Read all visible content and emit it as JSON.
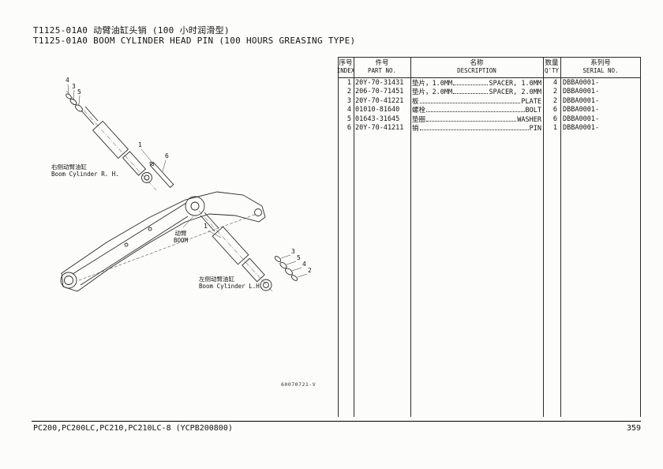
{
  "page": {
    "title_cn": "T1125-01A0 动臂油缸头销 (100 小时润滑型)",
    "title_en": "T1125-01A0 BOOM CYLINDER HEAD PIN (100 HOURS GREASING TYPE)",
    "footer_left": "PC200,PC200LC,PC210,PC210LC-8 (YCPB200800)",
    "page_number": "359"
  },
  "diagram": {
    "cylinder_rh_cn": "右侧动臂油缸",
    "cylinder_rh_en": "Boom Cylinder R. H.",
    "boom_cn": "动臂",
    "boom_en": "BOOM",
    "cylinder_lh_cn": "左侧动臂油缸",
    "cylinder_lh_en": "Boom Cylinder L.H.",
    "drawing_number": "60070721-V",
    "callouts": {
      "upper": [
        "4",
        "3",
        "5",
        "1",
        "6"
      ],
      "lower": [
        "1",
        "3",
        "5",
        "4",
        "2"
      ]
    }
  },
  "table": {
    "columns": [
      {
        "cn": "序号",
        "en": "INDEX"
      },
      {
        "cn": "件号",
        "en": "PART NO."
      },
      {
        "cn": "名称",
        "en": "DESCRIPTION"
      },
      {
        "cn": "数量",
        "en": "Q'TY"
      },
      {
        "cn": "系列号",
        "en": "SERIAL NO."
      }
    ],
    "rows": [
      {
        "index": "1",
        "part": "20Y-70-31431",
        "desc_cn": "垫片，1.0MM",
        "desc_en": "SPACER, 1.0MM",
        "qty": "4",
        "serial": "DBBA0001-"
      },
      {
        "index": "2",
        "part": "206-70-71451",
        "desc_cn": "垫片，2.0MM",
        "desc_en": "SPACER, 2.0MM",
        "qty": "2",
        "serial": "DBBA0001-"
      },
      {
        "index": "3",
        "part": "20Y-70-41221",
        "desc_cn": "板",
        "desc_en": "PLATE",
        "qty": "2",
        "serial": "DBBA0001-"
      },
      {
        "index": "4",
        "part": "01010-81640",
        "desc_cn": "螺栓",
        "desc_en": "BOLT",
        "qty": "6",
        "serial": "DBBA0001-"
      },
      {
        "index": "5",
        "part": "01643-31645",
        "desc_cn": "垫圈",
        "desc_en": "WASHER",
        "qty": "6",
        "serial": "DBBA0001-"
      },
      {
        "index": "6",
        "part": "20Y-70-41211",
        "desc_cn": "销",
        "desc_en": "PIN",
        "qty": "1",
        "serial": "DBBA0001-"
      }
    ]
  }
}
